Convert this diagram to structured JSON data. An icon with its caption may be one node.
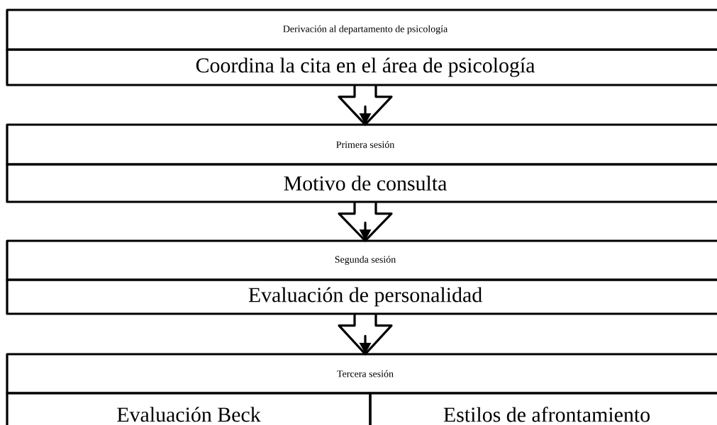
{
  "diagram": {
    "nodes": [
      {
        "text": [
          "Derivación al departamento de psicología"
        ]
      },
      {
        "text": [
          "Coordina la cita en el área de psicología"
        ]
      },
      {
        "text": [
          "Primera sesión"
        ]
      },
      {
        "text": [
          "Motivo de consulta"
        ]
      },
      {
        "text": [
          "Segunda sesión"
        ]
      },
      {
        "text": [
          "Evaluación de personalidad"
        ]
      },
      {
        "text": [
          "Tercera sesión"
        ]
      },
      {
        "text": [
          "Evaluación Beck"
        ]
      },
      {
        "text": [
          "Estilos de afrontamiento"
        ]
      }
    ],
    "edges": [
      {
        "from": 1,
        "to": 2,
        "arrow": "to"
      },
      {
        "from": 3,
        "to": 4,
        "arrow": "to"
      },
      {
        "from": 5,
        "to": 6,
        "arrow": "to"
      }
    ]
  }
}
